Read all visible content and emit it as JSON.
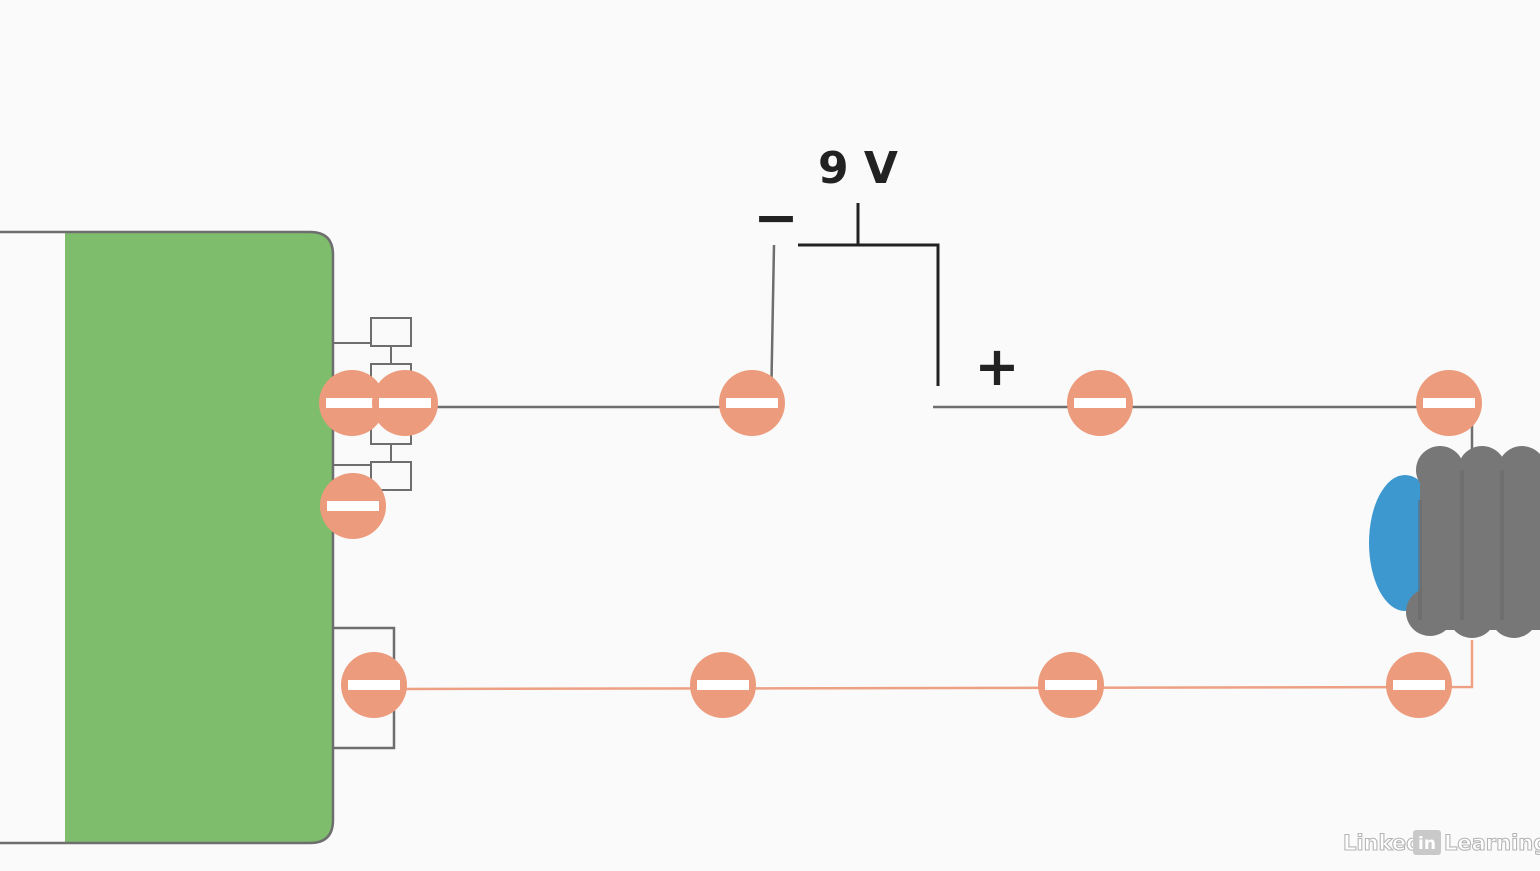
{
  "battery": {
    "voltage_label": "9 V",
    "negative_sign": "−",
    "positive_sign": "+"
  },
  "colors": {
    "background": "#fafafa",
    "component_body": "#7dbd6b",
    "wire_dark": "#6e6e6e",
    "wire_orange": "#eea083",
    "electron": "#ec9b7c",
    "electron_bar": "#ffffff",
    "coil": "#777777",
    "core": "#3d98d0",
    "terminal_line": "#222222"
  },
  "icons": {
    "electron": "minus-circle-icon"
  },
  "watermark": {
    "brand_prefix": "Linked",
    "brand_in": "in",
    "brand_suffix": "Learning"
  }
}
